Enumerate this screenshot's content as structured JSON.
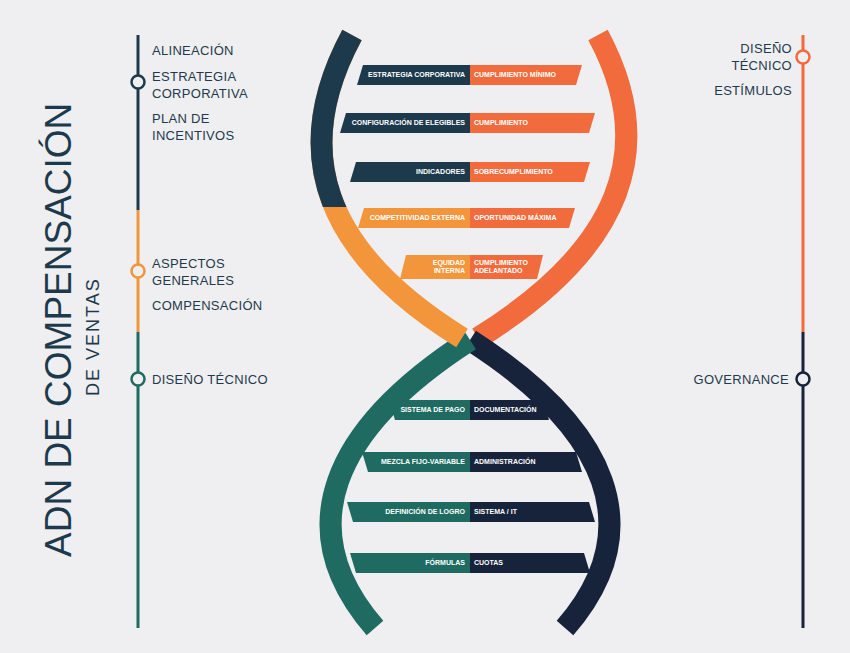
{
  "diagram": {
    "title": "ADN DE COMPENSACIÓN",
    "nodes": [
      {
        "text": [
          "ESTRATEGIA CORPORATIVA"
        ]
      },
      {
        "text": [
          "CUMPLIMIENTO MÍNIMO"
        ]
      },
      {
        "text": [
          "CONFIGURACIÓN DE ELEGIBLES"
        ]
      },
      {
        "text": [
          "CUMPLIMIENTO"
        ]
      },
      {
        "text": [
          "INDICADORES"
        ]
      },
      {
        "text": [
          "SOBRECUMPLIMIENTO"
        ]
      },
      {
        "text": [
          "COMPETITIVIDAD EXTERNA"
        ]
      },
      {
        "text": [
          "OPORTUNIDAD MÁXIMA"
        ]
      },
      {
        "text": [
          "EQUIDAD INTERNA"
        ]
      },
      {
        "text": [
          "CUMPLIMIENTO ADELANTADO"
        ]
      },
      {
        "text": [
          "SISTEMA DE PAGO"
        ]
      },
      {
        "text": [
          "DOCUMENTACIÓN"
        ]
      },
      {
        "text": [
          "MEZCLA FIJO-VARIABLE"
        ]
      },
      {
        "text": [
          "ADMINISTRACIÓN"
        ]
      },
      {
        "text": [
          "DEFINICIÓN DE LOGRO"
        ]
      },
      {
        "text": [
          "SISTEMA / IT"
        ]
      },
      {
        "text": [
          "FÓRMULAS"
        ]
      },
      {
        "text": [
          "CUOTAS"
        ]
      }
    ],
    "labels": [
      "DE VENTAS",
      "ALINEACIÓN",
      "ESTRATEGIA CORPORATIVA",
      "PLAN DE INCENTIVOS",
      "ASPECTOS GENERALES",
      "COMPENSACIÓN",
      "DISEÑO TÉCNICO",
      "DISEÑO TÉCNICO",
      "ESTÍMULOS",
      "GOVERNANCE"
    ]
  }
}
